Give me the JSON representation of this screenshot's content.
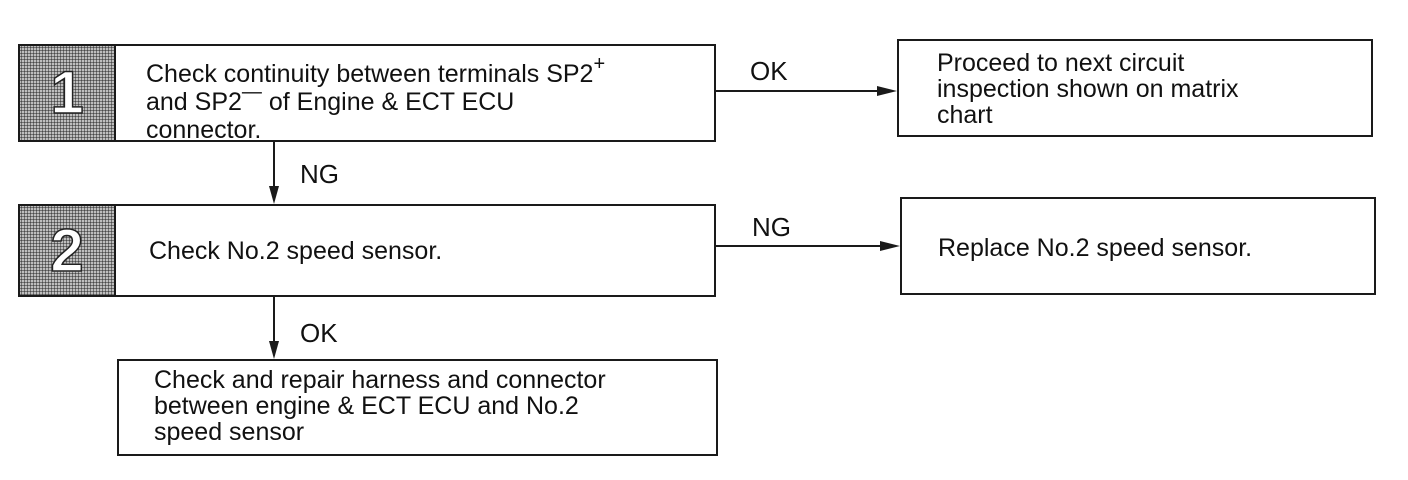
{
  "steps": [
    {
      "number": "1",
      "text_part1": "Check continuity between terminals SP2",
      "text_sup1": "+",
      "text_part2": "\nand SP2",
      "text_sup2": "—",
      "text_part3": " of Engine & ECT ECU\nconnector."
    },
    {
      "number": "2",
      "text": "Check No.2 speed sensor."
    }
  ],
  "results": {
    "proceed": "Proceed to next circuit\ninspection shown on matrix\nchart",
    "replace": "Replace No.2 speed sensor.",
    "repair": "Check and repair harness and connector\nbetween engine & ECT ECU and No.2\nspeed sensor"
  },
  "labels": {
    "step1_ok": "OK",
    "step1_ng": "NG",
    "step2_ng": "NG",
    "step2_ok": "OK"
  },
  "colors": {
    "line": "#1a1a1a",
    "number_cell": "#9a9a9a"
  }
}
